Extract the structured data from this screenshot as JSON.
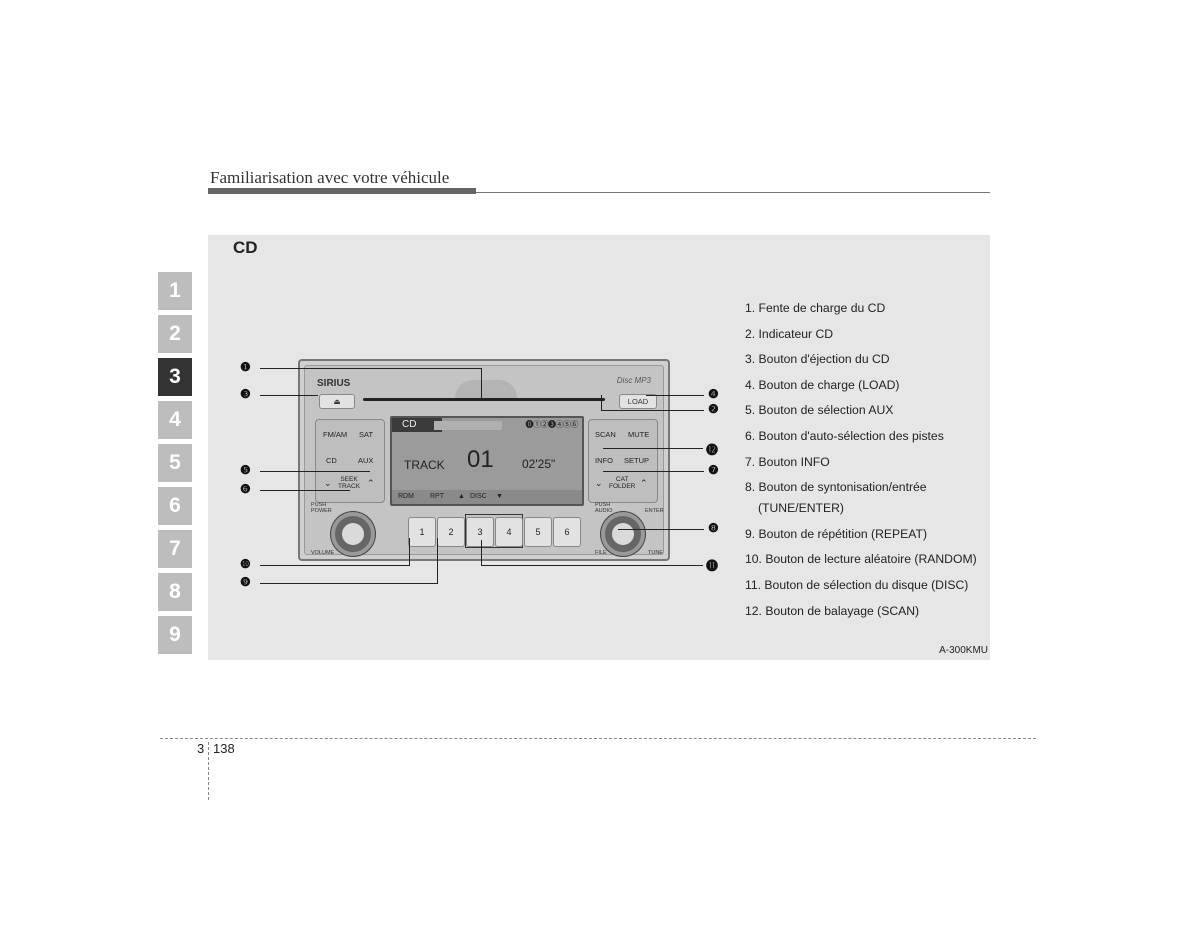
{
  "header": {
    "title": "Familiarisation avec votre véhicule"
  },
  "chapter_tabs": [
    "1",
    "2",
    "3",
    "4",
    "5",
    "6",
    "7",
    "8",
    "9"
  ],
  "active_chapter": "3",
  "section": {
    "title": "CD"
  },
  "radio": {
    "brand": "SIRIUS",
    "disc_logos": "Disc  MP3",
    "eject_icon": "⏏",
    "load_label": "LOAD",
    "left_buttons": {
      "fmam": "FM/AM",
      "sat": "SAT",
      "cd": "CD",
      "aux": "AUX",
      "seek_track": "SEEK\nTRACK"
    },
    "right_buttons": {
      "scan": "SCAN",
      "mute": "MUTE",
      "info": "INFO",
      "setup": "SETUP",
      "cat_folder": "CAT\nFOLDER"
    },
    "display": {
      "mode": "CD",
      "disc_indicator": "⓿①②❸④⑤⑥",
      "track_label": "TRACK",
      "track_number": "01",
      "time": "02'25\"",
      "footer": {
        "rdm": "RDM",
        "rpt": "RPT",
        "disc": "DISC"
      }
    },
    "presets": [
      "1",
      "2",
      "3",
      "4",
      "5",
      "6"
    ],
    "knob_left": {
      "top": "PUSH\nPOWER",
      "bottom": "VOLUME"
    },
    "knob_right": {
      "top": "PUSH\nAUDIO",
      "enter": "ENTER",
      "bottom_left": "FILE",
      "bottom_right": "TUNE"
    }
  },
  "callouts": [
    "❶",
    "❷",
    "❸",
    "❹",
    "❺",
    "❻",
    "❼",
    "❽",
    "❾",
    "❿",
    "⓫",
    "⓬"
  ],
  "legend": [
    "1. Fente de charge du CD",
    "2. Indicateur CD",
    "3. Bouton d'éjection du CD",
    "4. Bouton de charge (LOAD)",
    "5. Bouton de sélection AUX",
    "6. Bouton d'auto-sélection des pistes",
    "7. Bouton INFO",
    "8. Bouton de syntonisation/entrée",
    "(TUNE/ENTER)",
    "9. Bouton de répétition (REPEAT)",
    "10. Bouton de lecture aléatoire (RANDOM)",
    "11. Bouton de sélection du disque (DISC)",
    "12. Bouton de balayage (SCAN)"
  ],
  "figure_code": "A-300KMU",
  "footer": {
    "chapter": "3",
    "page": "138"
  }
}
